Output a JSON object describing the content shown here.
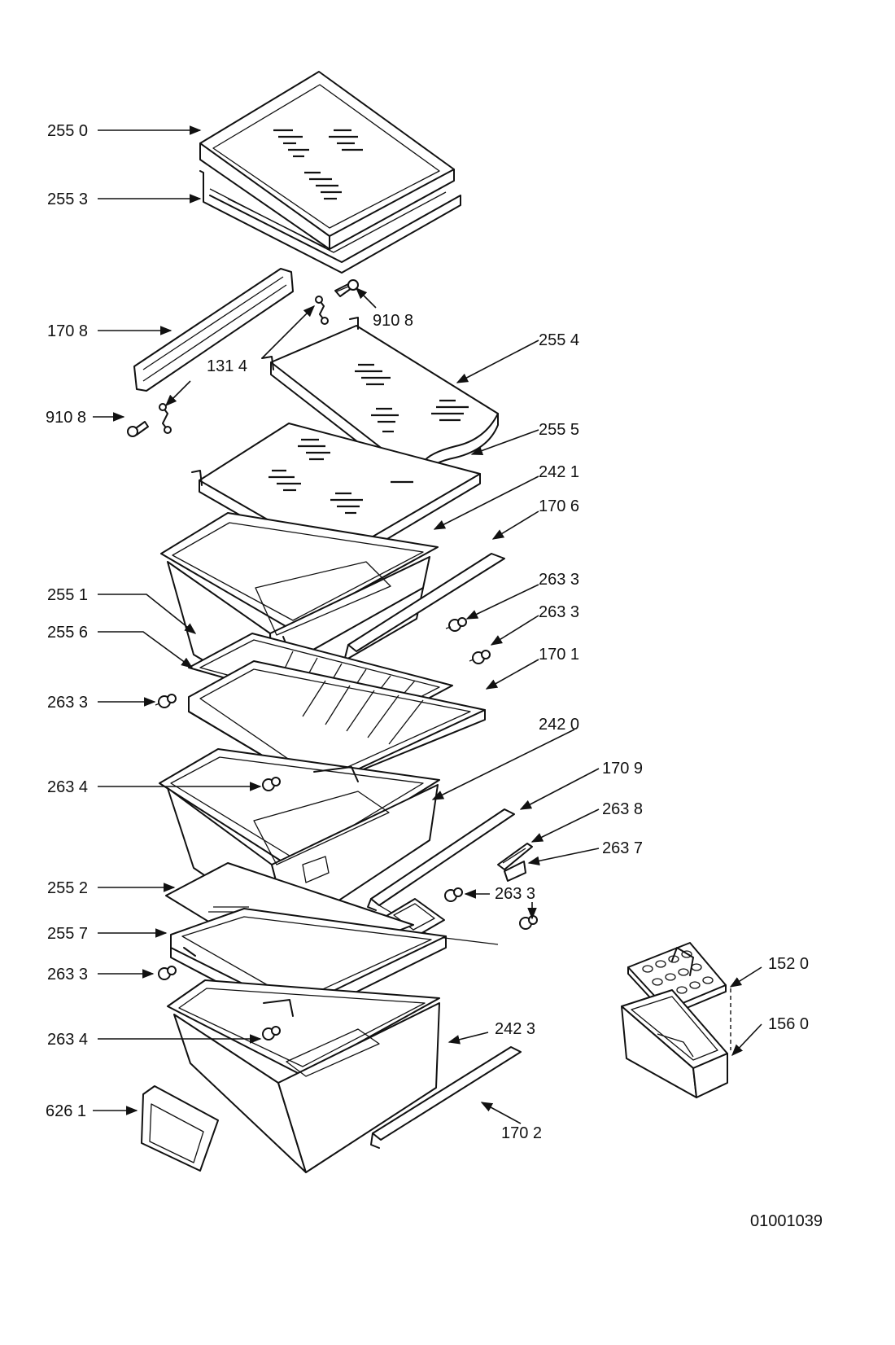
{
  "drawing": {
    "id_code": "01001039",
    "callouts": [
      {
        "key": "c2550",
        "text": "255 0"
      },
      {
        "key": "c2553",
        "text": "255 3"
      },
      {
        "key": "c1708",
        "text": "170 8"
      },
      {
        "key": "c9108a",
        "text": "910 8"
      },
      {
        "key": "c9108b",
        "text": "910 8"
      },
      {
        "key": "c1314",
        "text": "131 4"
      },
      {
        "key": "c2554",
        "text": "255 4"
      },
      {
        "key": "c2555",
        "text": "255 5"
      },
      {
        "key": "c2421",
        "text": "242 1"
      },
      {
        "key": "c1706",
        "text": "170 6"
      },
      {
        "key": "c2633a",
        "text": "263 3"
      },
      {
        "key": "c2633b",
        "text": "263 3"
      },
      {
        "key": "c2551",
        "text": "255 1"
      },
      {
        "key": "c2556",
        "text": "255 6"
      },
      {
        "key": "c1701",
        "text": "170 1"
      },
      {
        "key": "c2633c",
        "text": "263 3"
      },
      {
        "key": "c2420",
        "text": "242 0"
      },
      {
        "key": "c1709",
        "text": "170 9"
      },
      {
        "key": "c2634a",
        "text": "263 4"
      },
      {
        "key": "c2638",
        "text": "263 8"
      },
      {
        "key": "c2637",
        "text": "263 7"
      },
      {
        "key": "c2552",
        "text": "255 2"
      },
      {
        "key": "c2633d",
        "text": "263 3"
      },
      {
        "key": "c2557",
        "text": "255 7"
      },
      {
        "key": "c2633e",
        "text": "263 3"
      },
      {
        "key": "c1520",
        "text": "152 0"
      },
      {
        "key": "c1560",
        "text": "156 0"
      },
      {
        "key": "c2634b",
        "text": "263 4"
      },
      {
        "key": "c2423",
        "text": "242 3"
      },
      {
        "key": "c6261",
        "text": "626 1"
      },
      {
        "key": "c1702",
        "text": "170 2"
      }
    ]
  }
}
